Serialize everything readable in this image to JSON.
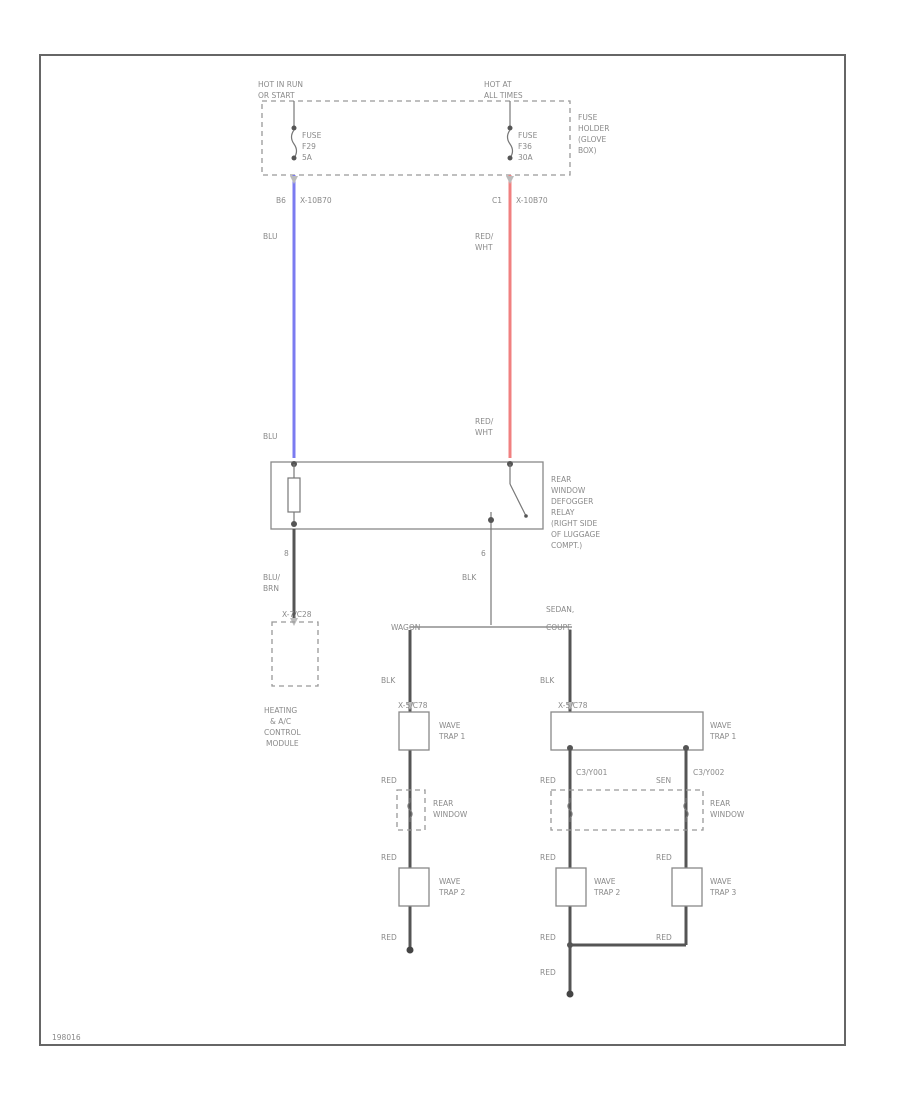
{
  "diagram": {
    "wire_colors": {
      "blu": "#7b7bf0",
      "red": "#f08080",
      "default": "#555555"
    },
    "fuse_left": {
      "header": [
        "HOT IN RUN",
        "OR START"
      ],
      "label": [
        "FUSE",
        "F29",
        "5A"
      ],
      "pin": "B6",
      "connector": "X-10B70"
    },
    "fuse_right": {
      "header": [
        "HOT AT",
        "ALL TIMES"
      ],
      "label": [
        "FUSE",
        "F36",
        "30A"
      ],
      "pin": "C1",
      "connector": "X-10B70"
    },
    "fuse_holder": [
      "FUSE",
      "HOLDER",
      "(GLOVE",
      "BOX)"
    ],
    "left_wire_top": "BLU",
    "right_wire_top": [
      "RED/",
      "WHT"
    ],
    "left_wire_relay": "BLU",
    "right_wire_relay": [
      "RED/",
      "WHT"
    ],
    "relay": [
      "REAR",
      "WINDOW",
      "DEFOGGER",
      "RELAY",
      "(RIGHT SIDE",
      "OF LUGGAGE",
      "COMPT.)"
    ],
    "relay_pin_left": "8",
    "relay_pin_ground": "6",
    "left_lower_wire": [
      "BLU/",
      "BRN"
    ],
    "ground_wire": "BLK",
    "control_connector": "X-7/C28",
    "control_module": [
      "HEATING",
      "& A/C",
      "CONTROL",
      "MODULE"
    ],
    "wagon": "WAGON",
    "sedan": [
      "SEDAN,",
      "COUPE"
    ],
    "wagon_branch": {
      "top_wire": "BLK",
      "connector": "X-5/C78",
      "trap1": [
        "WAVE",
        "TRAP 1"
      ],
      "wire1": "RED",
      "rear_window": [
        "REAR",
        "WINDOW"
      ],
      "wire2": "RED",
      "trap2": [
        "WAVE",
        "TRAP 2"
      ],
      "wire3": "RED"
    },
    "sedan_branch": {
      "top_wire": "BLK",
      "connector": "X-5/C78",
      "trap1": [
        "WAVE",
        "TRAP 1"
      ],
      "wire_left": "RED",
      "connector_left": "C3/Y001",
      "wire_right": "SEN",
      "connector_right": "C3/Y002",
      "rear_window": [
        "REAR",
        "WINDOW"
      ],
      "wire_left2": "RED",
      "trap2": [
        "WAVE",
        "TRAP 2"
      ],
      "wire_right2": "RED",
      "trap3": [
        "WAVE",
        "TRAP 3"
      ],
      "wire_bottom_left": "RED",
      "wire_bottom_right": "RED",
      "wire_final": "RED"
    },
    "figure_id": "198016"
  }
}
